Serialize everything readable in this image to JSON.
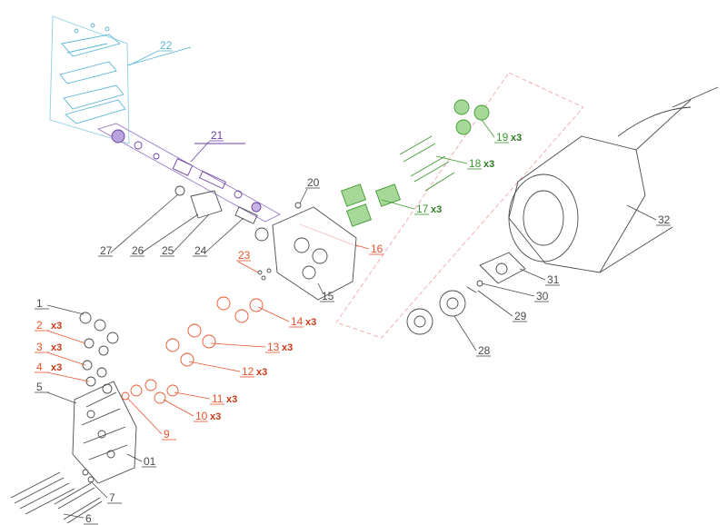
{
  "colors": {
    "dark": "#4a4a4a",
    "orange": "#e8542a",
    "green": "#3d9a2f",
    "purple": "#6a3fa0",
    "cyan": "#5ab6d6",
    "pinkDash": "#f3a7a7"
  },
  "labels": [
    {
      "id": "p1",
      "text": "1",
      "qty": "",
      "color": "dark"
    },
    {
      "id": "p2",
      "text": "2",
      "qty": "x3",
      "color": "orange"
    },
    {
      "id": "p3",
      "text": "3",
      "qty": "x3",
      "color": "orange"
    },
    {
      "id": "p4",
      "text": "4",
      "qty": "x3",
      "color": "orange"
    },
    {
      "id": "p5",
      "text": "5",
      "qty": "",
      "color": "dark"
    },
    {
      "id": "p6",
      "text": "6",
      "qty": "",
      "color": "dark"
    },
    {
      "id": "p7",
      "text": "7",
      "qty": "",
      "color": "dark"
    },
    {
      "id": "p9",
      "text": "9",
      "qty": "",
      "color": "orange"
    },
    {
      "id": "p10",
      "text": "10",
      "qty": "x3",
      "color": "orange"
    },
    {
      "id": "p11",
      "text": "11",
      "qty": "x3",
      "color": "orange"
    },
    {
      "id": "p12",
      "text": "12",
      "qty": "x3",
      "color": "orange"
    },
    {
      "id": "p13",
      "text": "13",
      "qty": "x3",
      "color": "orange"
    },
    {
      "id": "p14",
      "text": "14",
      "qty": "x3",
      "color": "orange"
    },
    {
      "id": "p15",
      "text": "15",
      "qty": "",
      "color": "dark"
    },
    {
      "id": "p16",
      "text": "16",
      "qty": "",
      "color": "orange"
    },
    {
      "id": "p17",
      "text": "17",
      "qty": "x3",
      "color": "green"
    },
    {
      "id": "p18",
      "text": "18",
      "qty": "x3",
      "color": "green"
    },
    {
      "id": "p19",
      "text": "19",
      "qty": "x3",
      "color": "green"
    },
    {
      "id": "p20",
      "text": "20",
      "qty": "",
      "color": "dark"
    },
    {
      "id": "p21",
      "text": "21",
      "qty": "",
      "color": "purple"
    },
    {
      "id": "p22",
      "text": "22",
      "qty": "",
      "color": "cyan"
    },
    {
      "id": "p23",
      "text": "23",
      "qty": "",
      "color": "orange"
    },
    {
      "id": "p24",
      "text": "24",
      "qty": "",
      "color": "dark"
    },
    {
      "id": "p25",
      "text": "25",
      "qty": "",
      "color": "dark"
    },
    {
      "id": "p26",
      "text": "26",
      "qty": "",
      "color": "dark"
    },
    {
      "id": "p27",
      "text": "27",
      "qty": "",
      "color": "dark"
    },
    {
      "id": "p28",
      "text": "28",
      "qty": "",
      "color": "dark"
    },
    {
      "id": "p29",
      "text": "29",
      "qty": "",
      "color": "dark"
    },
    {
      "id": "p30",
      "text": "30",
      "qty": "",
      "color": "dark"
    },
    {
      "id": "p31",
      "text": "31",
      "qty": "",
      "color": "dark"
    },
    {
      "id": "p32",
      "text": "32",
      "qty": "",
      "color": "dark"
    },
    {
      "id": "p01",
      "text": "01",
      "qty": "",
      "color": "dark"
    }
  ]
}
